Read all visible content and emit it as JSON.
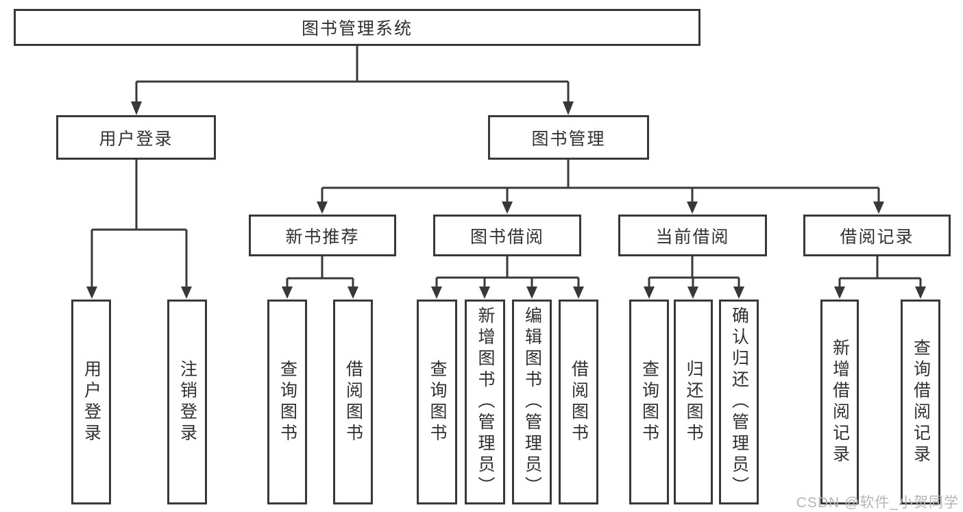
{
  "tree": {
    "root_label": "图书管理系统",
    "children": [
      {
        "label": "用户登录",
        "children": [
          {
            "label": "用户登录"
          },
          {
            "label": "注销登录"
          }
        ]
      },
      {
        "label": "图书管理",
        "children": [
          {
            "label": "新书推荐",
            "children": [
              {
                "label": "查询图书"
              },
              {
                "label": "借阅图书"
              }
            ]
          },
          {
            "label": "图书借阅",
            "children": [
              {
                "label": "查询图书"
              },
              {
                "label": "新增图书（管理员）"
              },
              {
                "label": "编辑图书（管理员）"
              },
              {
                "label": "借阅图书"
              }
            ]
          },
          {
            "label": "当前借阅",
            "children": [
              {
                "label": "查询图书"
              },
              {
                "label": "归还图书"
              },
              {
                "label": "确认归还（管理员）"
              }
            ]
          },
          {
            "label": "借阅记录",
            "children": [
              {
                "label": "新增借阅记录"
              },
              {
                "label": "查询借阅记录"
              }
            ]
          }
        ]
      }
    ]
  },
  "watermark": {
    "text": "CSDN @软件_小贺同学"
  },
  "colors": {
    "line": "#383838",
    "text": "#303030",
    "background": "#ffffff",
    "watermark": "#b5b5b5"
  }
}
